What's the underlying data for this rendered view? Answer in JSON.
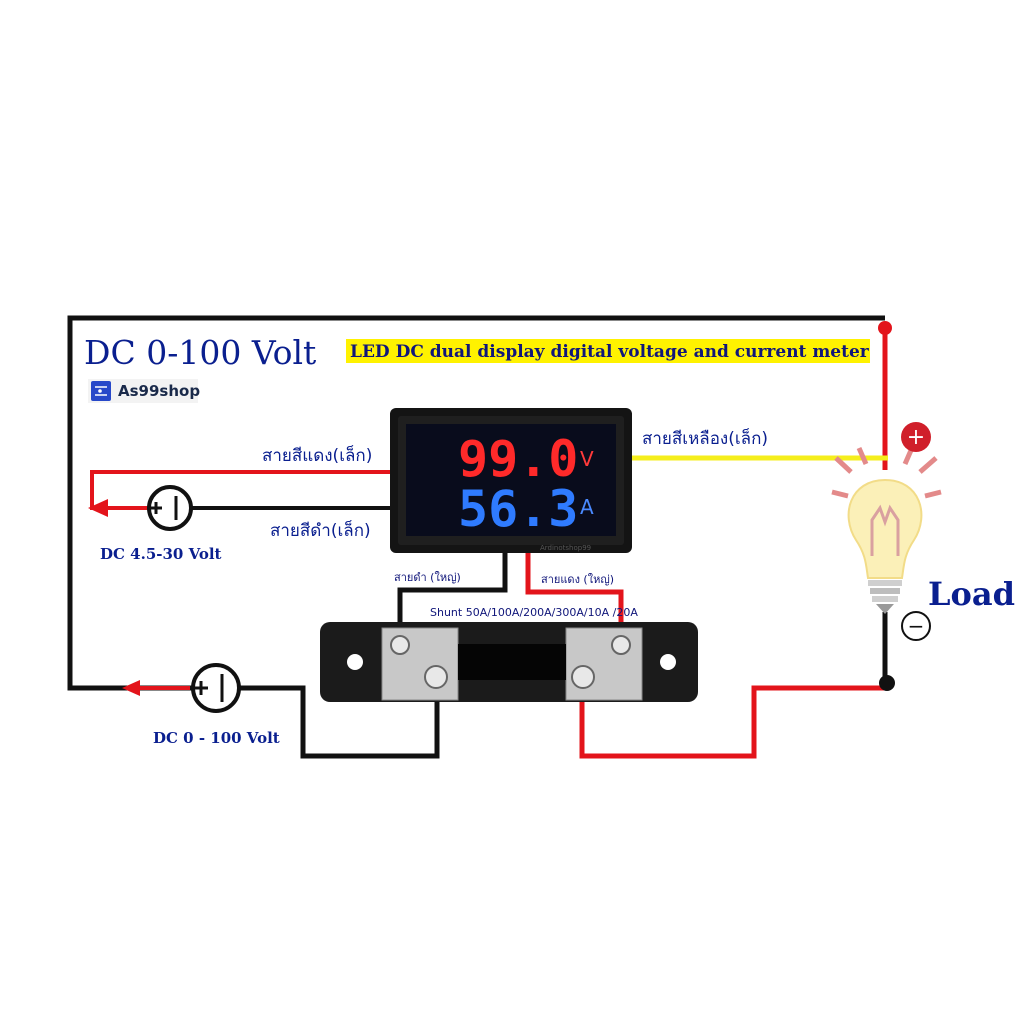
{
  "header": {
    "title": "DC 0-100 Volt",
    "subtitle": "LED DC dual display digital voltage and current meter",
    "brand": "As99shop"
  },
  "meter": {
    "voltage_reading": "99.0",
    "voltage_unit": "V",
    "current_reading": "56.3",
    "current_unit": "A",
    "brand_mark": "Ardinotshop99"
  },
  "wires": {
    "red_thin_label": "สายสีแดง(เล็ก)",
    "black_thin_label": "สายสีดำ(เล็ก)",
    "yellow_thin_label": "สายสีเหลือง(เล็ก)",
    "black_thick_label": "สายดำ (ใหญ่)",
    "red_thick_label": "สายแดง (ใหญ่)"
  },
  "shunt": {
    "label": "Shunt  50A/100A/200A/300A/10A   /20A"
  },
  "sources": {
    "meter_supply_label": "DC 4.5-30 Volt",
    "main_supply_label": "DC 0 - 100 Volt"
  },
  "load": {
    "label": "Load",
    "plus_symbol": "+",
    "minus_symbol": "−"
  },
  "colors": {
    "wire_red": "#e3141b",
    "wire_black": "#111111",
    "wire_yellow": "#f5ee1c",
    "title_blue": "#0a1f8f",
    "highlight_yellow": "#fff200"
  }
}
